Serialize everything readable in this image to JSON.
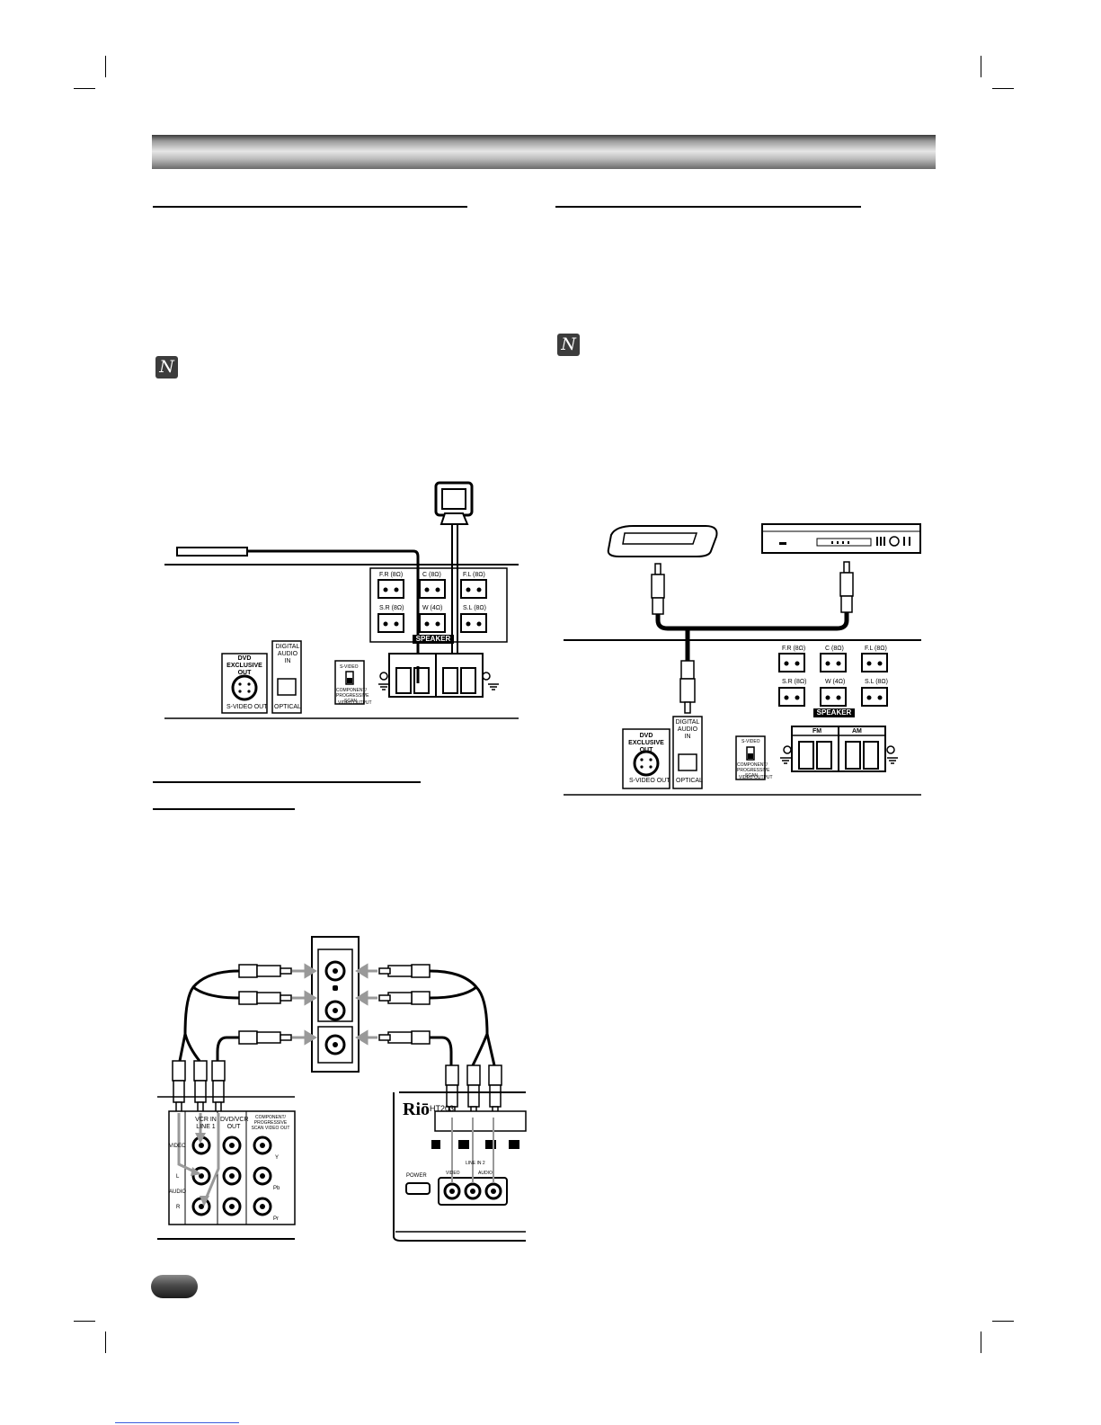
{
  "header": {
    "bar_color": "#9a9a9a"
  },
  "left_column": {
    "note_icon_glyph": "N",
    "diagram1_labels": {
      "speaker_terminals": [
        "F.R (8Ω)",
        "C (8Ω)",
        "F.L (8Ω)",
        "S.R (8Ω)",
        "W (4Ω)",
        "S.L (8Ω)"
      ],
      "speaker_label": "SPEAKER",
      "dvd_exclusive_out": "DVD EXCLUSIVE OUT",
      "s_video_out": "S-VIDEO OUT",
      "digital_audio_in": "DIGITAL AUDIO IN",
      "optical": "OPTICAL",
      "s_video": "S-VIDEO",
      "component_label": "COMPONENT/ PROGRESSIVE SCAN",
      "video_output": "VIDEO OUTPUT"
    },
    "diagram2_labels": {
      "vcr_in_line1": "VCR IN LINE 1",
      "dvd_vcr_out": "DVD/VCR OUT",
      "component_out": "COMPONENT/ PROGRESSIVE SCAN VIDEO OUT",
      "video": "VIDEO",
      "audio": "AUDIO",
      "l": "L",
      "r": "R",
      "y": "Y",
      "pb": "Pb",
      "pr": "Pr",
      "brand": "Riō",
      "model": "HT203",
      "power": "POWER",
      "line_in_2": "LINE IN 2",
      "video_small": "VIDEO",
      "audio_small": "AUDIO"
    }
  },
  "right_column": {
    "note_icon_glyph": "N",
    "diagram_labels": {
      "speaker_terminals": [
        "F.R (8Ω)",
        "C (8Ω)",
        "F.L (8Ω)",
        "S.R (8Ω)",
        "W (4Ω)",
        "S.L (8Ω)"
      ],
      "speaker_label": "SPEAKER",
      "fm": "FM",
      "am": "AM",
      "dvd_exclusive_out": "DVD EXCLUSIVE OUT",
      "s_video_out": "S-VIDEO OUT",
      "digital_audio_in": "DIGITAL AUDIO IN",
      "optical": "OPTICAL",
      "s_video": "S-VIDEO",
      "component_label": "COMPONENT/ PROGRESSIVE SCAN",
      "video_output": "VIDEO OUTPUT"
    }
  },
  "footer": {
    "page_tab_color": "#3a3a3a"
  }
}
